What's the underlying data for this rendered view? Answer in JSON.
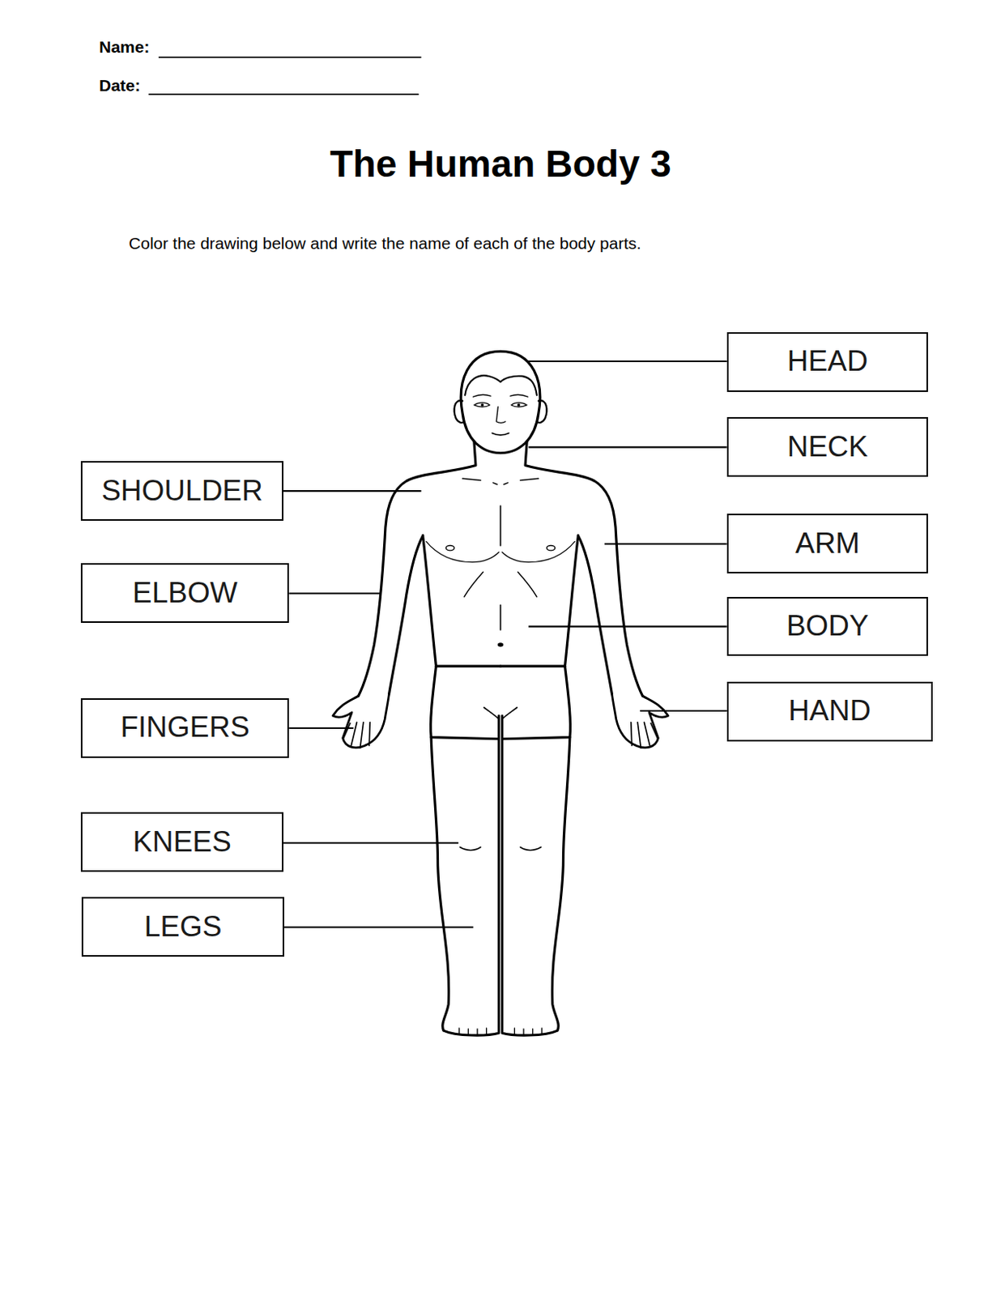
{
  "diagram": {
    "title": "The Human Body 3",
    "nodes": [
      {
        "text": [
          "HEAD"
        ]
      },
      {
        "text": [
          "NECK"
        ]
      },
      {
        "text": [
          "SHOULDER"
        ]
      },
      {
        "text": [
          "ARM"
        ]
      },
      {
        "text": [
          "ELBOW"
        ]
      },
      {
        "text": [
          "BODY"
        ]
      },
      {
        "text": [
          "HAND"
        ]
      },
      {
        "text": [
          "FINGERS"
        ]
      },
      {
        "text": [
          "KNEES"
        ]
      },
      {
        "text": [
          "LEGS"
        ]
      }
    ],
    "labels": [
      "Name:",
      "Date:",
      "Color the drawing below and write the name of each of the body parts."
    ]
  }
}
